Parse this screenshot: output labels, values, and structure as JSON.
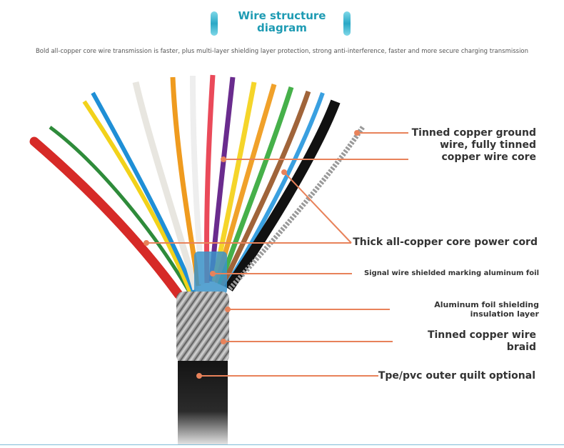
{
  "header": {
    "title": "Wire structure\ndiagram",
    "subtitle": "Bold all-copper core wire transmission is faster, plus multi-layer shielding layer protection, strong anti-interference, faster and more secure charging transmission"
  },
  "labels": {
    "ground_wire": "Tinned copper ground\nwire, fully tinned\ncopper wire core",
    "power_cord": "Thick all-copper core power cord",
    "signal_foil": "Signal wire shielded marking aluminum foil",
    "foil_insulation": "Aluminum foil shielding\ninsulation layer",
    "braid": "Tinned copper wire\nbraid",
    "outer": "Tpe/pvc outer quilt optional"
  },
  "colors": {
    "accent": "#1e9bb3",
    "leader": "#e8825a"
  }
}
